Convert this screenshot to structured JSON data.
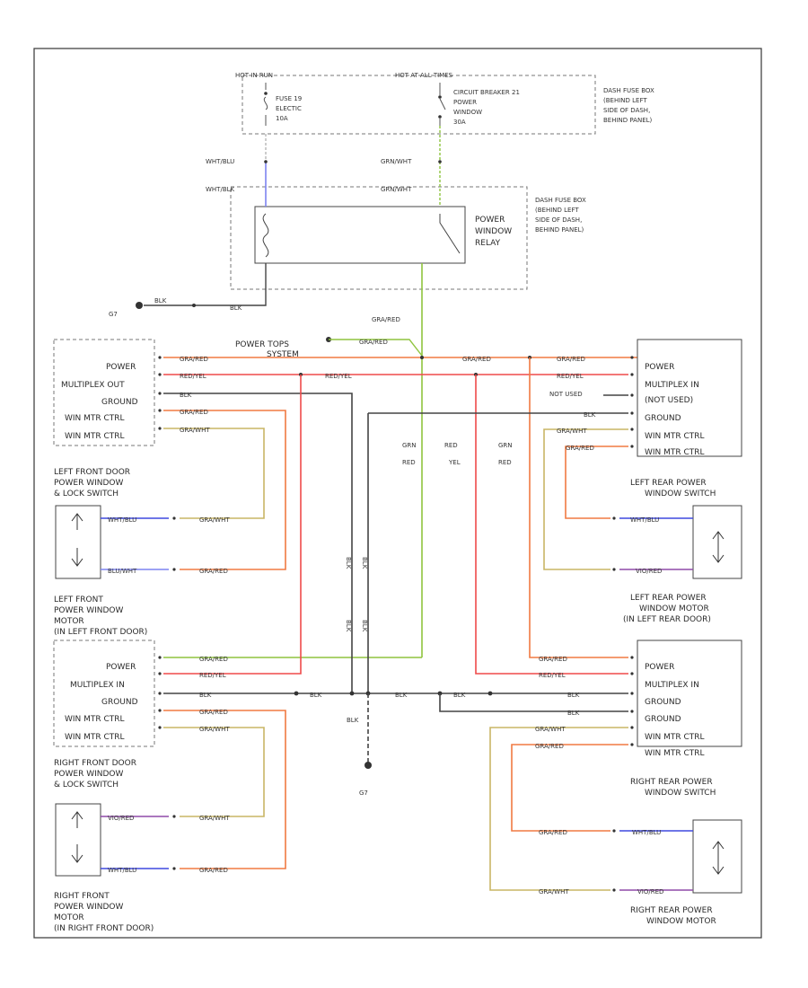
{
  "colors": {
    "gra_red": "#f07a42",
    "red_yel": "#ef4a4a",
    "grn_red": "#8fc43e",
    "grn_wht": "#b7c83a",
    "gra_wht": "#c9b565",
    "blk": "#444444",
    "wht_blu": "#7d84f0",
    "blu_wht": "#3f49df",
    "vio_red": "#8f4aa8",
    "frame": "#444444"
  },
  "fuse_box": {
    "hot_in_run": "HOT IN RUN",
    "hot_at_all_times": "HOT AT ALL TIMES",
    "fuse": [
      "FUSE 19",
      "ELECTIC",
      "10A"
    ],
    "breaker": [
      "CIRCUIT BREAKER 21",
      "POWER",
      "WINDOW",
      "30A"
    ],
    "location": [
      "DASH FUSE BOX",
      "(BEHIND LEFT",
      "SIDE OF DASH,",
      "BEHIND PANEL)"
    ]
  },
  "relay": {
    "label": [
      "POWER",
      "WINDOW",
      "RELAY"
    ],
    "location": [
      "DASH FUSE BOX",
      "(BEHIND LEFT",
      "SIDE OF DASH,",
      "BEHIND PANEL)"
    ],
    "wire_wht_blu": "WHT/BLU",
    "wire_wht_blk": "WHT/BLK",
    "wire_grn_wht": "GRN/WHT",
    "ground_ref": "G7",
    "blk": "BLK",
    "gra_red": "GRA/RED"
  },
  "lf_switch": {
    "pins": [
      "POWER",
      "MULTIPLEX OUT",
      "GROUND",
      "WIN MTR CTRL",
      "WIN MTR CTRL"
    ],
    "name": [
      "LEFT FRONT DOOR",
      "POWER WINDOW",
      "& LOCK SWITCH"
    ]
  },
  "lf_motor": {
    "name": [
      "LEFT FRONT",
      "POWER WINDOW",
      "MOTOR",
      "(IN LEFT FRONT DOOR)"
    ]
  },
  "lr_switch": {
    "pins": [
      "POWER",
      "MULTIPLEX IN",
      "(NOT USED)",
      "GROUND",
      "WIN MTR CTRL",
      "WIN MTR CTRL"
    ],
    "name": [
      "LEFT REAR POWER",
      "WINDOW SWITCH"
    ],
    "not_used": "NOT USED"
  },
  "lr_motor": {
    "name": [
      "LEFT REAR POWER",
      "WINDOW MOTOR",
      "(IN LEFT REAR DOOR)"
    ]
  },
  "rf_switch": {
    "pins": [
      "POWER",
      "MULTIPLEX IN",
      "GROUND",
      "WIN MTR CTRL",
      "WIN MTR CTRL"
    ],
    "name": [
      "RIGHT FRONT DOOR",
      "POWER WINDOW",
      "& LOCK SWITCH"
    ]
  },
  "rf_motor": {
    "name": [
      "RIGHT FRONT",
      "POWER WINDOW",
      "MOTOR",
      "(IN RIGHT FRONT DOOR)"
    ]
  },
  "rr_switch": {
    "pins": [
      "POWER",
      "MULTIPLEX IN",
      "GROUND",
      "GROUND",
      "WIN MTR CTRL",
      "WIN MTR CTRL"
    ],
    "name": [
      "RIGHT REAR POWER",
      "WINDOW SWITCH"
    ]
  },
  "rr_motor": {
    "name": [
      "RIGHT REAR POWER",
      "WINDOW MOTOR"
    ]
  },
  "wires": {
    "gra_red": "GRA/RED",
    "red_yel": "RED/YEL",
    "blk": "BLK",
    "gra_wht": "GRA/WHT",
    "wht_blu": "WHT/BLU",
    "blu_wht": "BLU/WHT",
    "vio_red": "VIO/RED",
    "grn_wht": "GRN/WHT",
    "grn_red": "GRN/RED"
  },
  "power_tops_label": [
    "POWER TOPS",
    "SYSTEM"
  ],
  "mid_labels": {
    "grn_red_1": [
      "GRN",
      "RED"
    ],
    "red_yel": [
      "RED",
      "YEL"
    ],
    "grn_red_2": [
      "GRN",
      "RED"
    ]
  },
  "ground_bottom": {
    "blk": "BLK",
    "ref": "G7"
  }
}
